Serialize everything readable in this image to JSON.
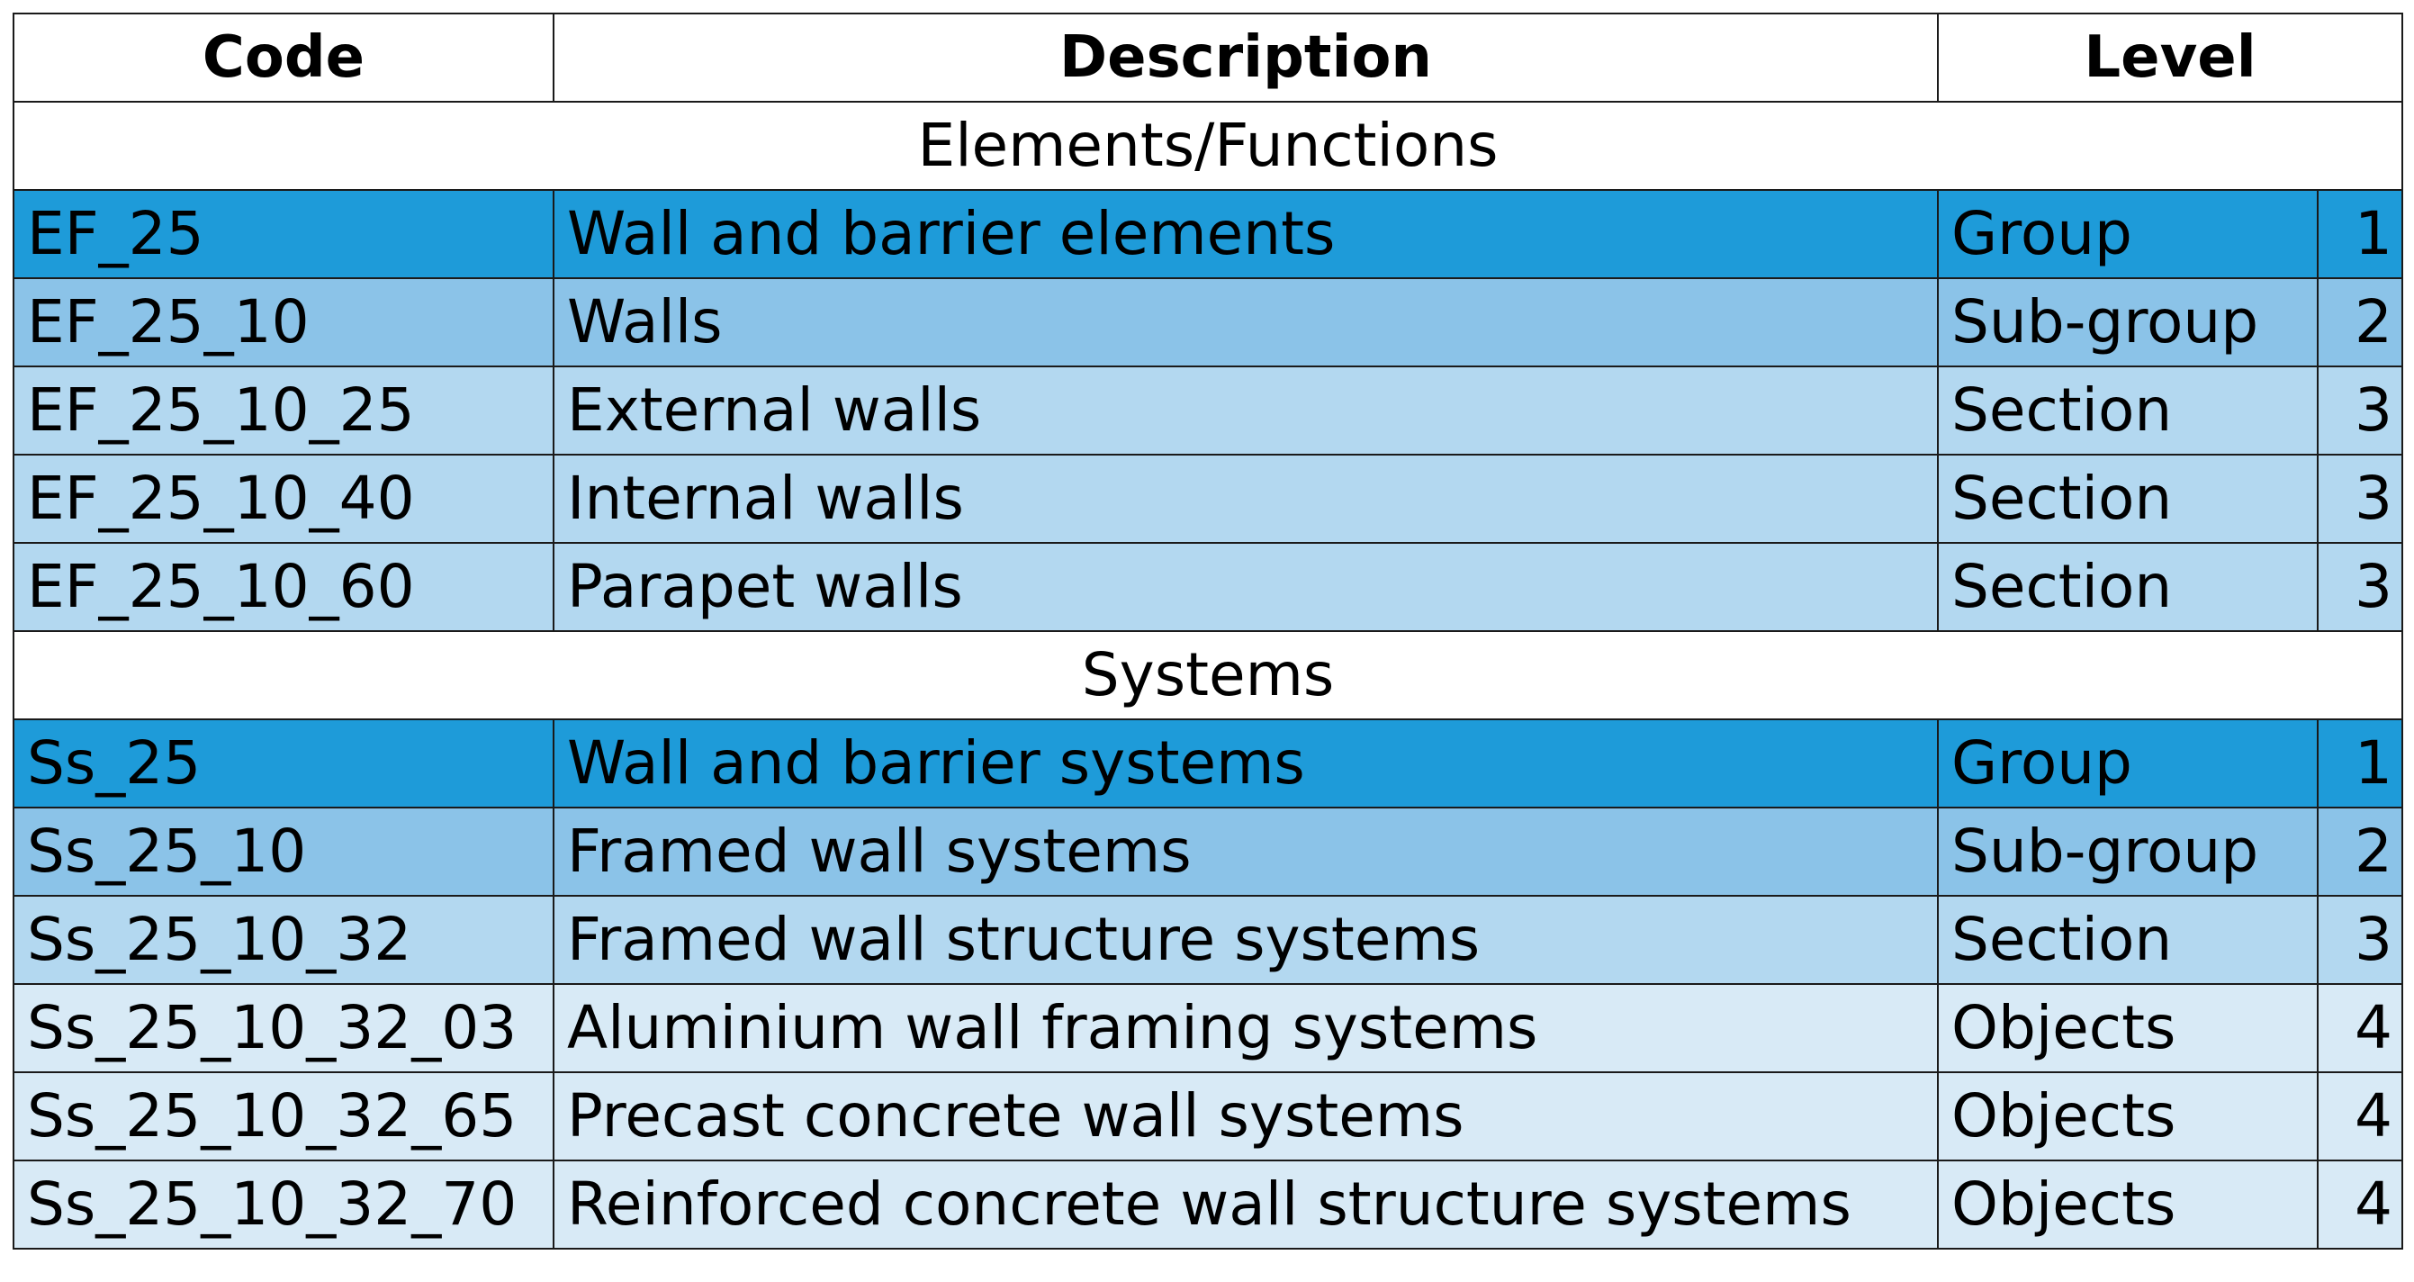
{
  "table": {
    "headers": {
      "code": "Code",
      "description": "Description",
      "level": "Level"
    },
    "sections": [
      {
        "title": "Elements/Functions",
        "rows": [
          {
            "code": "EF_25",
            "description": "Wall and barrier elements",
            "level": "Group",
            "num": "1",
            "tone": "l1"
          },
          {
            "code": "EF_25_10",
            "description": "Walls",
            "level": "Sub-group",
            "num": "2",
            "tone": "l2"
          },
          {
            "code": "EF_25_10_25",
            "description": "External walls",
            "level": "Section",
            "num": "3",
            "tone": "l3"
          },
          {
            "code": "EF_25_10_40",
            "description": "Internal walls",
            "level": "Section",
            "num": "3",
            "tone": "l3"
          },
          {
            "code": "EF_25_10_60",
            "description": "Parapet walls",
            "level": "Section",
            "num": "3",
            "tone": "l3"
          }
        ]
      },
      {
        "title": "Systems",
        "rows": [
          {
            "code": "Ss_25",
            "description": "Wall and barrier systems",
            "level": "Group",
            "num": "1",
            "tone": "l1"
          },
          {
            "code": "Ss_25_10",
            "description": "Framed wall systems",
            "level": "Sub-group",
            "num": "2",
            "tone": "l2"
          },
          {
            "code": "Ss_25_10_32",
            "description": "Framed wall structure systems",
            "level": "Section",
            "num": "3",
            "tone": "l3"
          },
          {
            "code": "Ss_25_10_32_03",
            "description": "Aluminium wall framing systems",
            "level": "Objects",
            "num": "4",
            "tone": "l4"
          },
          {
            "code": "Ss_25_10_32_65",
            "description": "Precast concrete wall systems",
            "level": "Objects",
            "num": "4",
            "tone": "l4"
          },
          {
            "code": "Ss_25_10_32_70",
            "description": "Reinforced concrete wall structure systems",
            "level": "Objects",
            "num": "4",
            "tone": "l4"
          }
        ]
      }
    ],
    "colors": {
      "group": "#1e9bd9",
      "sub_group": "#8bc3e8",
      "section": "#b3d8f0",
      "objects": "#d8eaf6",
      "border": "#1a1a1a"
    }
  }
}
